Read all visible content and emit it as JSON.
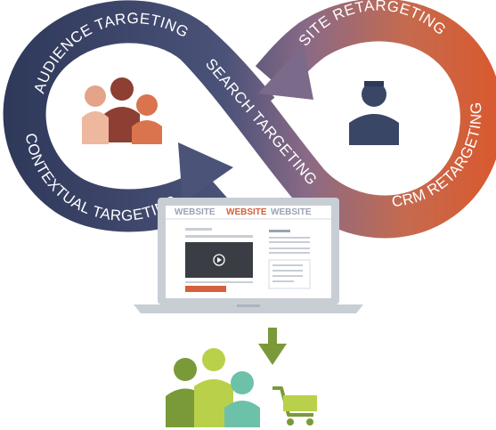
{
  "loop_labels": {
    "audience": "AUDIENCE TARGETING",
    "contextual": "CONTEXTUAL TARGETING",
    "search": "SEARCH TARGETING",
    "site": "SITE RETARGETING",
    "crm": "CRM RETARGETING"
  },
  "website_banner": {
    "word_left": "WEBSITE",
    "word_center": "WEBSITE",
    "word_right": "WEBSITE"
  },
  "colors": {
    "navy": "#2f3a5e",
    "mid": "#6a6f8e",
    "coral": "#d45f3c",
    "green_dark": "#7a9a3a",
    "green_light": "#b9d14a",
    "teal": "#6cc1a8",
    "laptop_gray": "#c7ccd3"
  },
  "icons": {
    "audience": "group-of-people-icon",
    "retarget": "single-person-icon",
    "video": "play-icon",
    "arrow": "down-arrow-icon",
    "cart": "shopping-cart-icon"
  }
}
